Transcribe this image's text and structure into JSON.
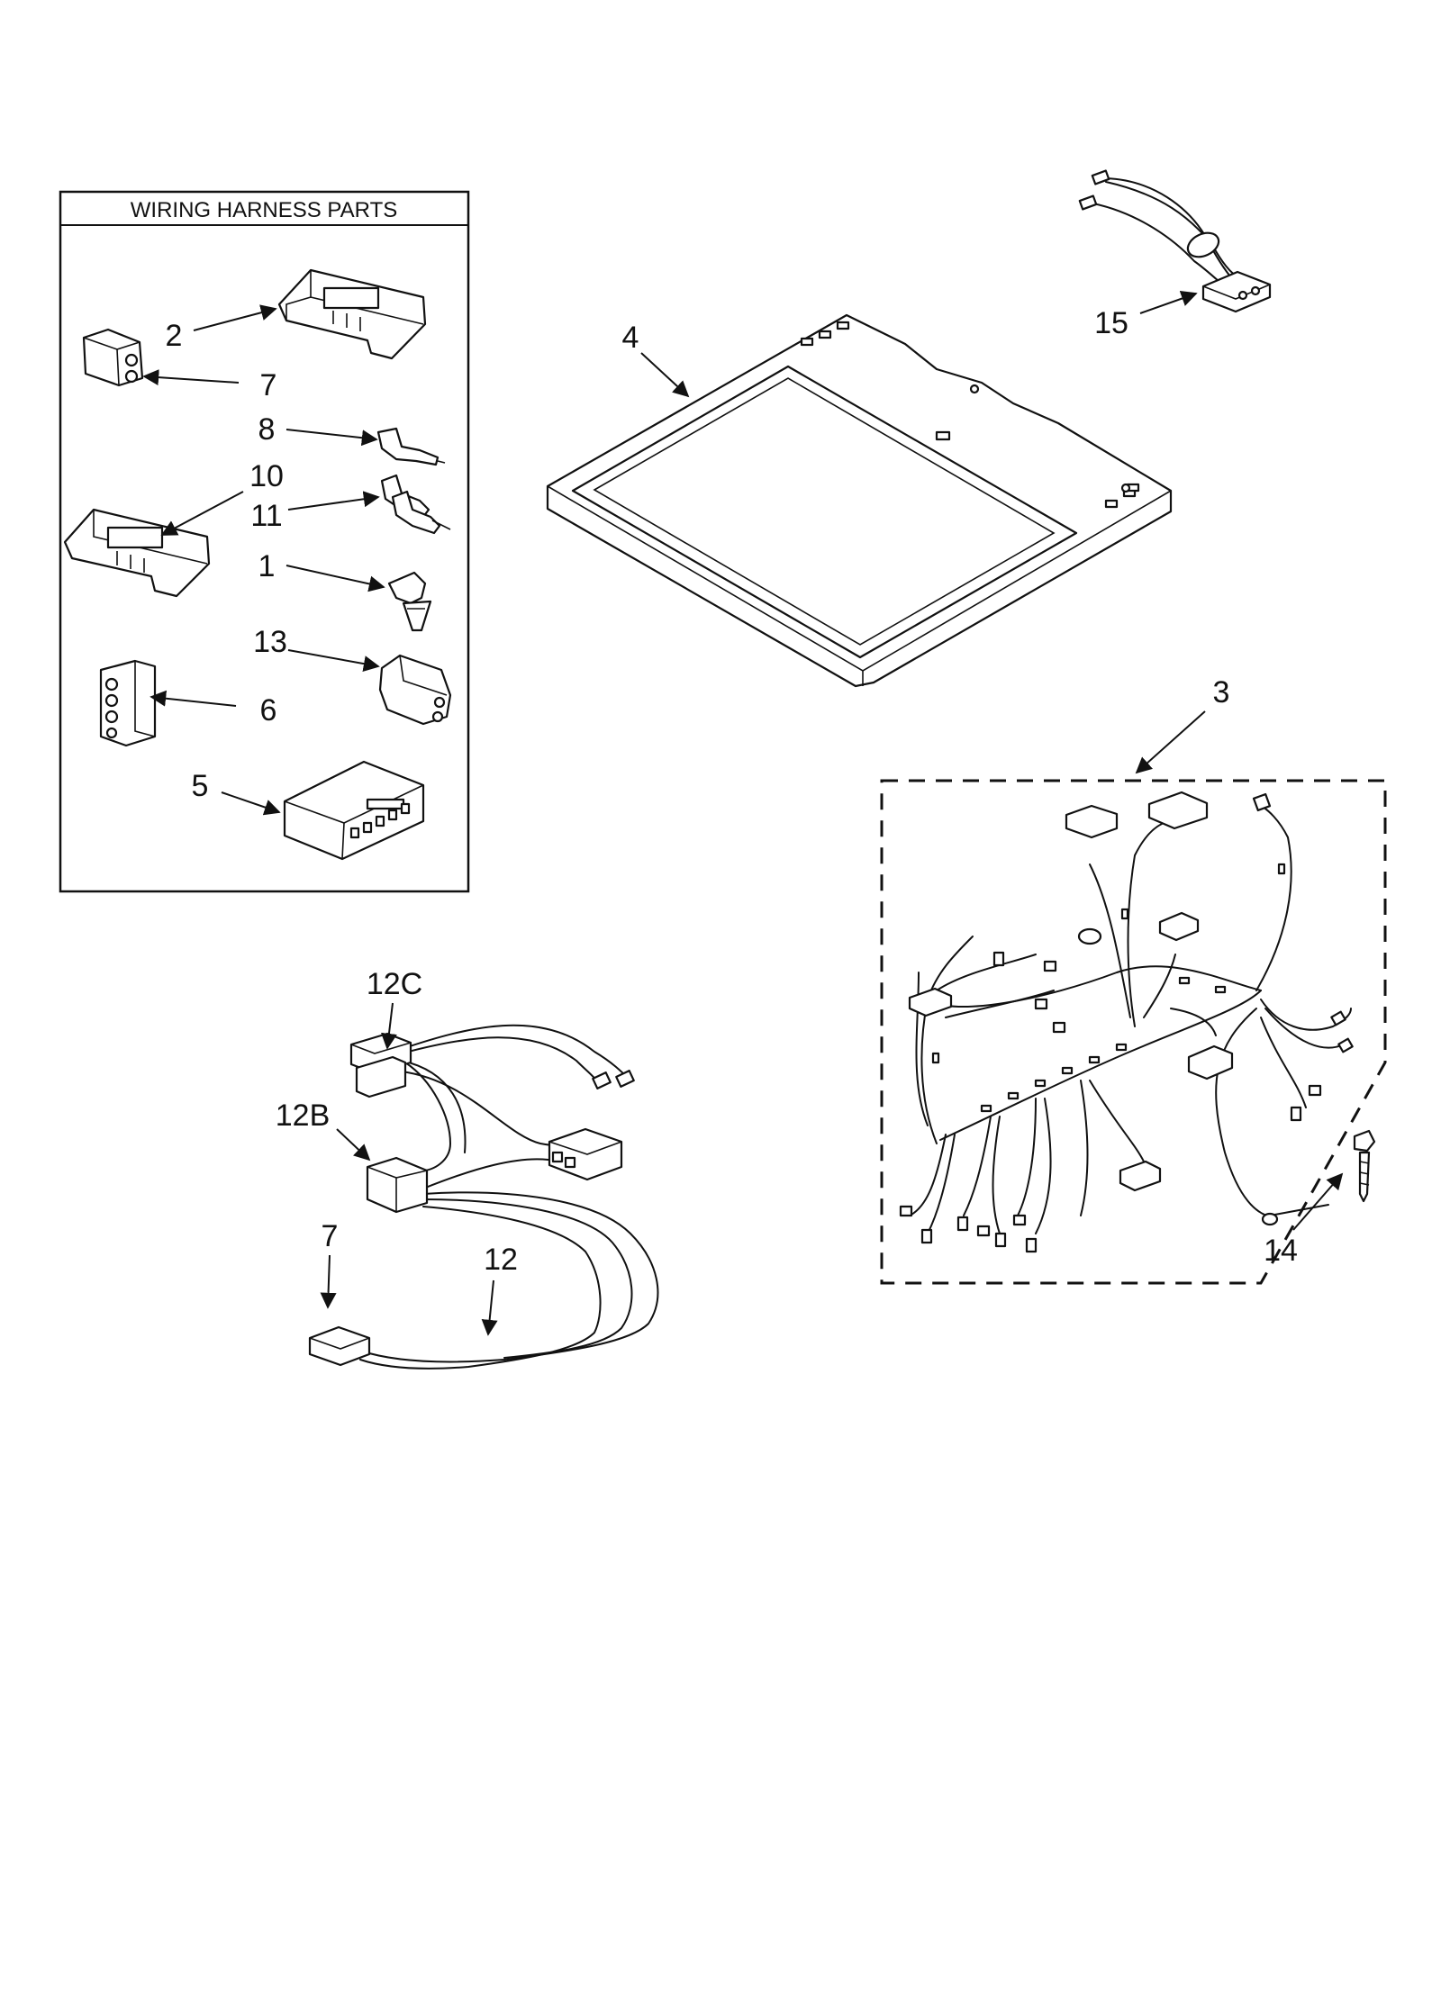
{
  "box": {
    "title": "WIRING HARNESS PARTS"
  },
  "callouts": {
    "c2": "2",
    "c7a": "7",
    "c8": "8",
    "c10": "10",
    "c11": "11",
    "c1": "1",
    "c13": "13",
    "c6": "6",
    "c5": "5",
    "c4": "4",
    "c15": "15",
    "c3": "3",
    "c12c": "12C",
    "c12b": "12B",
    "c7b": "7",
    "c12": "12",
    "c14": "14"
  }
}
